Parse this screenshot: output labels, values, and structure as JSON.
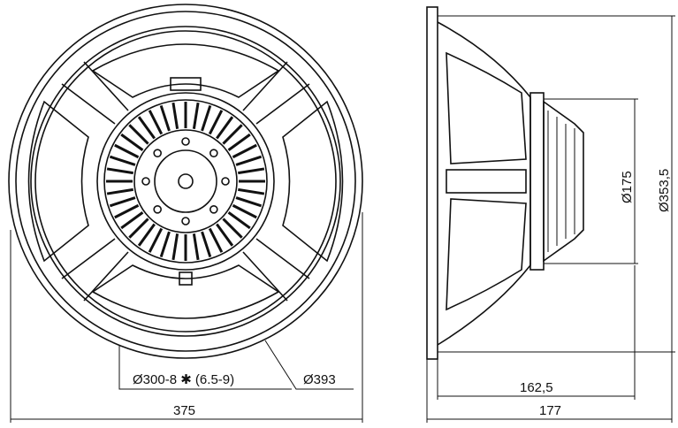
{
  "drawing": {
    "title": "Loudspeaker dimension drawing",
    "front_view": {
      "mounting_holes_label": "Ø300-8 ✱ (6.5-9)",
      "outer_diameter_label": "Ø393",
      "width_label": "375"
    },
    "side_view": {
      "magnet_diameter_label": "Ø175",
      "cutout_diameter_label": "Ø353,5",
      "mounting_depth_label": "162,5",
      "total_depth_label": "177"
    }
  }
}
